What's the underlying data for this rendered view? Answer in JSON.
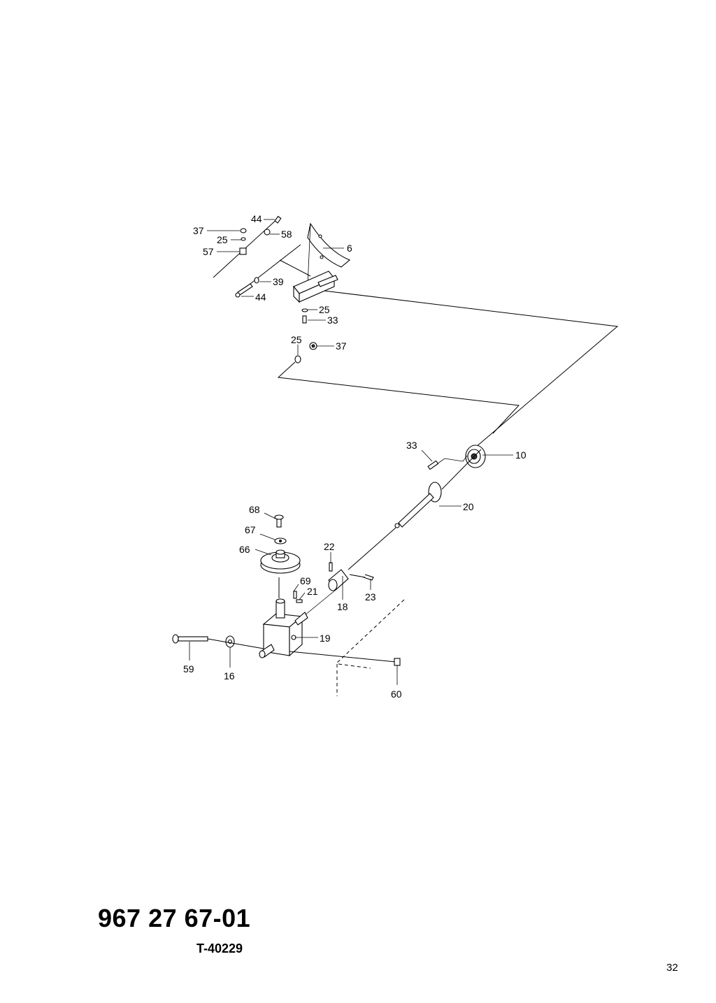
{
  "document": {
    "part_number": "967 27 67-01",
    "drawing_ref": "T-40229",
    "page_number": "32"
  },
  "callouts": [
    {
      "id": "c44a",
      "text": "44"
    },
    {
      "id": "c37a",
      "text": "37"
    },
    {
      "id": "c58",
      "text": "58"
    },
    {
      "id": "c25a",
      "text": "25"
    },
    {
      "id": "c57",
      "text": "57"
    },
    {
      "id": "c6",
      "text": "6"
    },
    {
      "id": "c39",
      "text": "39"
    },
    {
      "id": "c44b",
      "text": "44"
    },
    {
      "id": "c25b",
      "text": "25"
    },
    {
      "id": "c33a",
      "text": "33"
    },
    {
      "id": "c25c",
      "text": "25"
    },
    {
      "id": "c37b",
      "text": "37"
    },
    {
      "id": "c33b",
      "text": "33"
    },
    {
      "id": "c10",
      "text": "10"
    },
    {
      "id": "c20",
      "text": "20"
    },
    {
      "id": "c68",
      "text": "68"
    },
    {
      "id": "c67",
      "text": "67"
    },
    {
      "id": "c66",
      "text": "66"
    },
    {
      "id": "c22",
      "text": "22"
    },
    {
      "id": "c69",
      "text": "69"
    },
    {
      "id": "c21",
      "text": "21"
    },
    {
      "id": "c18",
      "text": "18"
    },
    {
      "id": "c23",
      "text": "23"
    },
    {
      "id": "c19",
      "text": "19"
    },
    {
      "id": "c59",
      "text": "59"
    },
    {
      "id": "c16",
      "text": "16"
    },
    {
      "id": "c60",
      "text": "60"
    }
  ]
}
